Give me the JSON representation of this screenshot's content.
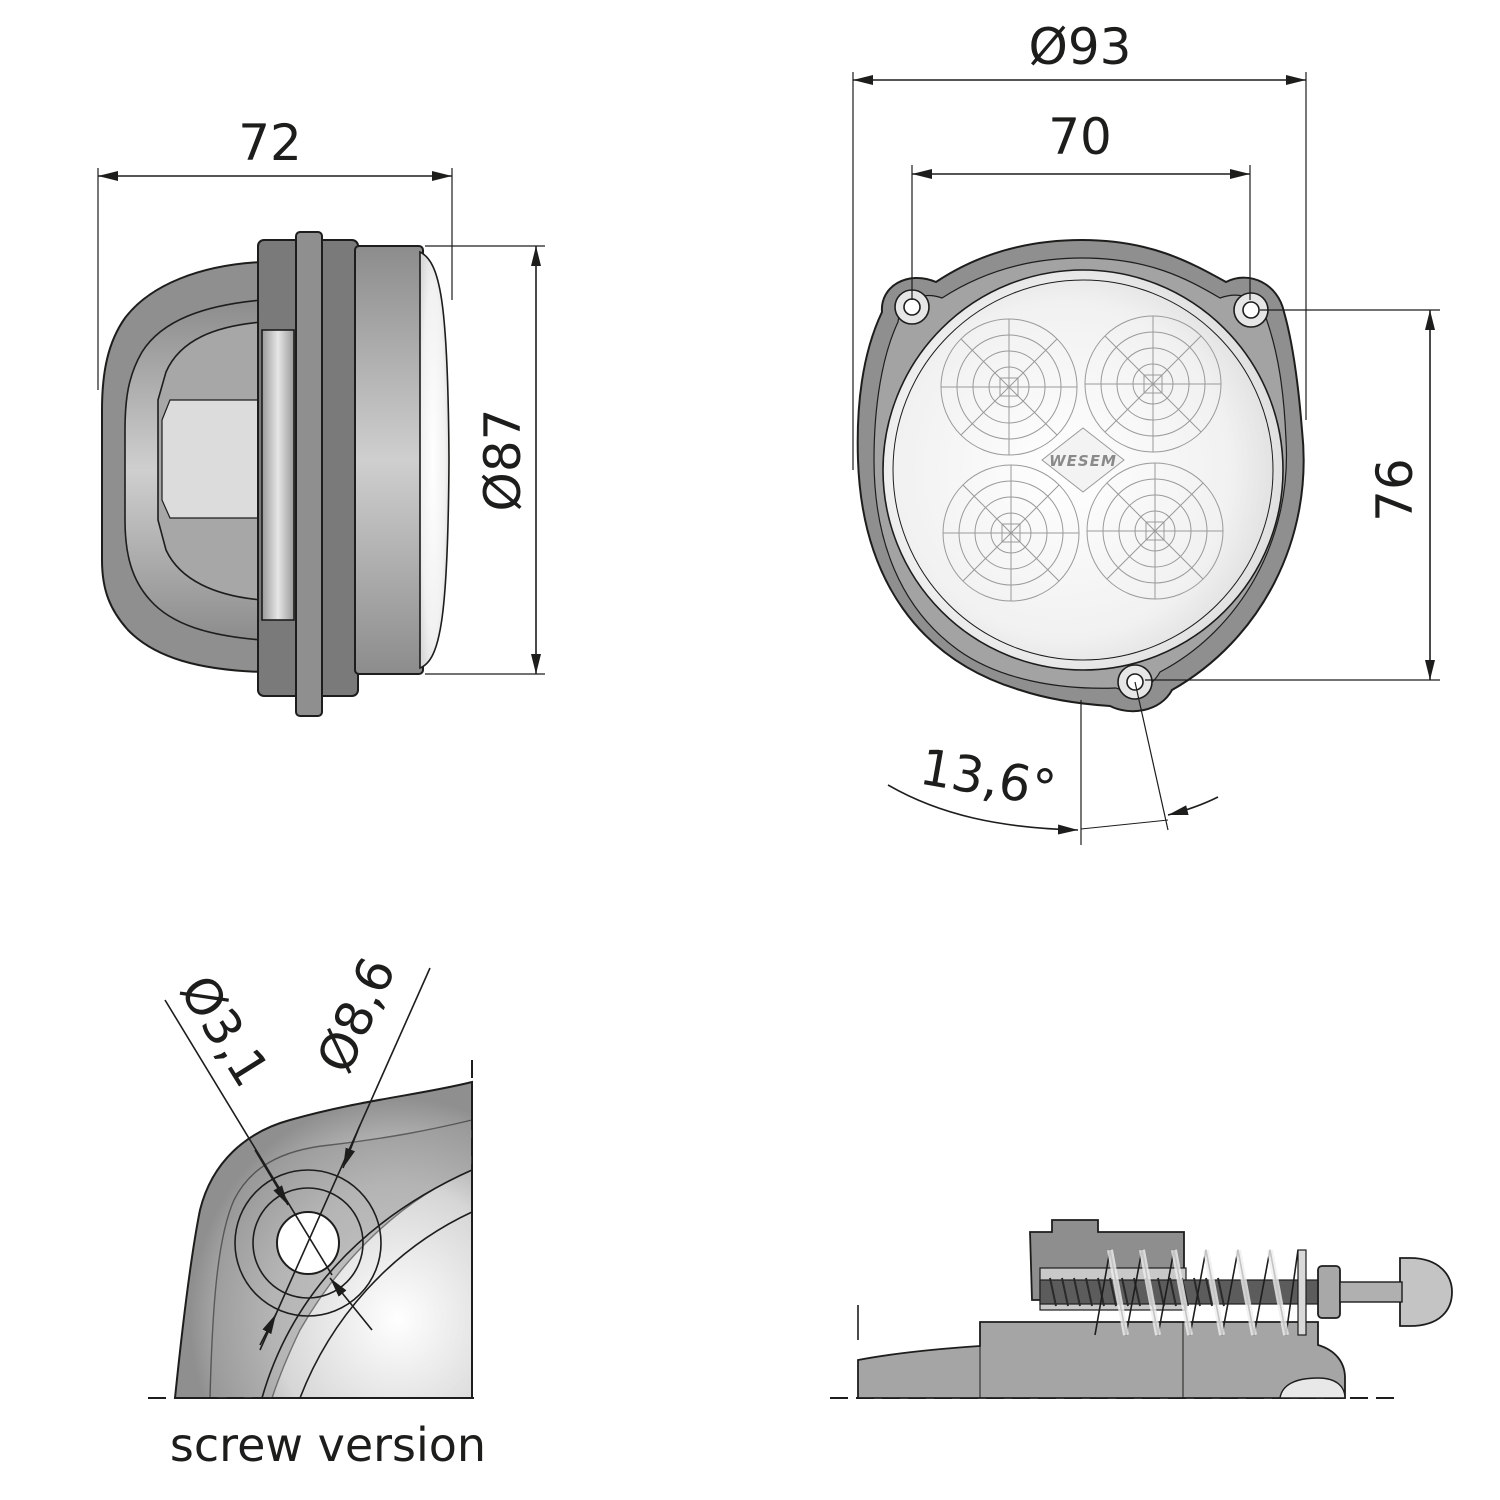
{
  "side_view": {
    "dim_length": "72",
    "dim_diameter": "Ø87"
  },
  "front_view": {
    "dim_outer_diameter": "Ø93",
    "dim_hole_spacing": "70",
    "dim_vertical_spacing": "76",
    "dim_angle": "13,6°",
    "logo": "WESEM"
  },
  "detail_view": {
    "dim_hole_diameter": "Ø3,1",
    "dim_boss_diameter": "Ø8,6",
    "caption": "screw version"
  }
}
